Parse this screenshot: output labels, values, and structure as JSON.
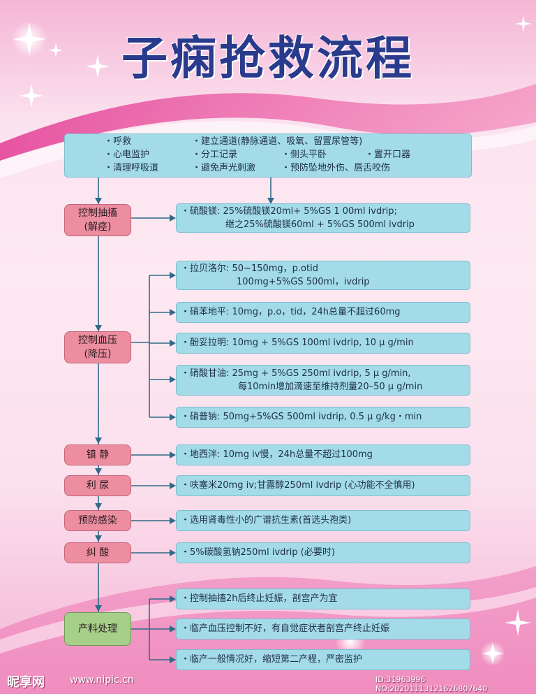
{
  "title": "子痫抢救流程",
  "top_box": {
    "rows": [
      [
        "・呼救",
        "・建立通道(静脉通道、吸氧、留置尿管等)"
      ],
      [
        "・心电监护",
        "・分工记录",
        "・侧头平卧",
        "・置开口器"
      ],
      [
        "・清理呼吸道",
        "・避免声光刺激",
        "・预防坠地外伤、唇舌咬伤"
      ]
    ]
  },
  "steps": {
    "convulsion": {
      "label_1": "控制抽搐",
      "label_2": "(解痉)",
      "box_1_line_1": "・硫酸镁: 25%硫酸镁20ml+ 5%GS 1 00ml ivdrip;",
      "box_1_line_2": "继之25%硫酸镁60ml + 5%GS 500ml ivdrip"
    },
    "bp": {
      "label_1": "控制血压",
      "label_2": "(降压)",
      "items": [
        [
          "・拉贝洛尔: 50~150mg，p.otid",
          "100mg+5%GS 500ml，ivdrip"
        ],
        [
          "・硝苯地平: 10mg，p.o，tid，24h总量不超过60mg"
        ],
        [
          "・酚妥拉明: 10mg + 5%GS 100ml ivdrip, 10 μ g/min"
        ],
        [
          "・硝酸甘油: 25mg + 5%GS 250ml ivdrip, 5 μ g/min,",
          "每10min增加滴速至维持剂量20–50 μ g/min"
        ],
        [
          "・硝普钠: 50mg+5%GS 500ml ivdrip, 0.5 μ g/kg・min"
        ]
      ]
    },
    "sedation": {
      "label": "镇 静",
      "text": "・地西泮: 10mg iv慢，24h总量不超过100mg"
    },
    "diuresis": {
      "label": "利 尿",
      "text": "・呋塞米20mg iv;甘露醇250ml ivdrip (心功能不全慎用)"
    },
    "infection": {
      "label": "预防感染",
      "text": "・选用肾毒性小的广谱抗生素(首选头孢类)"
    },
    "acidosis": {
      "label": "纠 酸",
      "text": "・5%碳酸氢钠250ml ivdrip (必要时)"
    },
    "obstetric": {
      "label": "产料处理",
      "items": [
        "・控制抽搐2h后终止妊娠，剖宫产为宜",
        "・临产血压控制不好，有自觉症状者剖宫产终止妊娠",
        "・临产一般情况好，缩短第二产程，严密监护"
      ]
    }
  },
  "footer": {
    "logo": "昵享网",
    "url": "www.nipic.cn",
    "id": "ID:31963996 NO:20201113121626807640"
  },
  "colors": {
    "title": "#2a3a8c",
    "box_fill": "#a3dbe8",
    "step_fill": "#ec8ea0",
    "final_step_fill": "#a6d08a",
    "arrow": "#2e6a87",
    "background_pink": "#f5b6d6"
  }
}
